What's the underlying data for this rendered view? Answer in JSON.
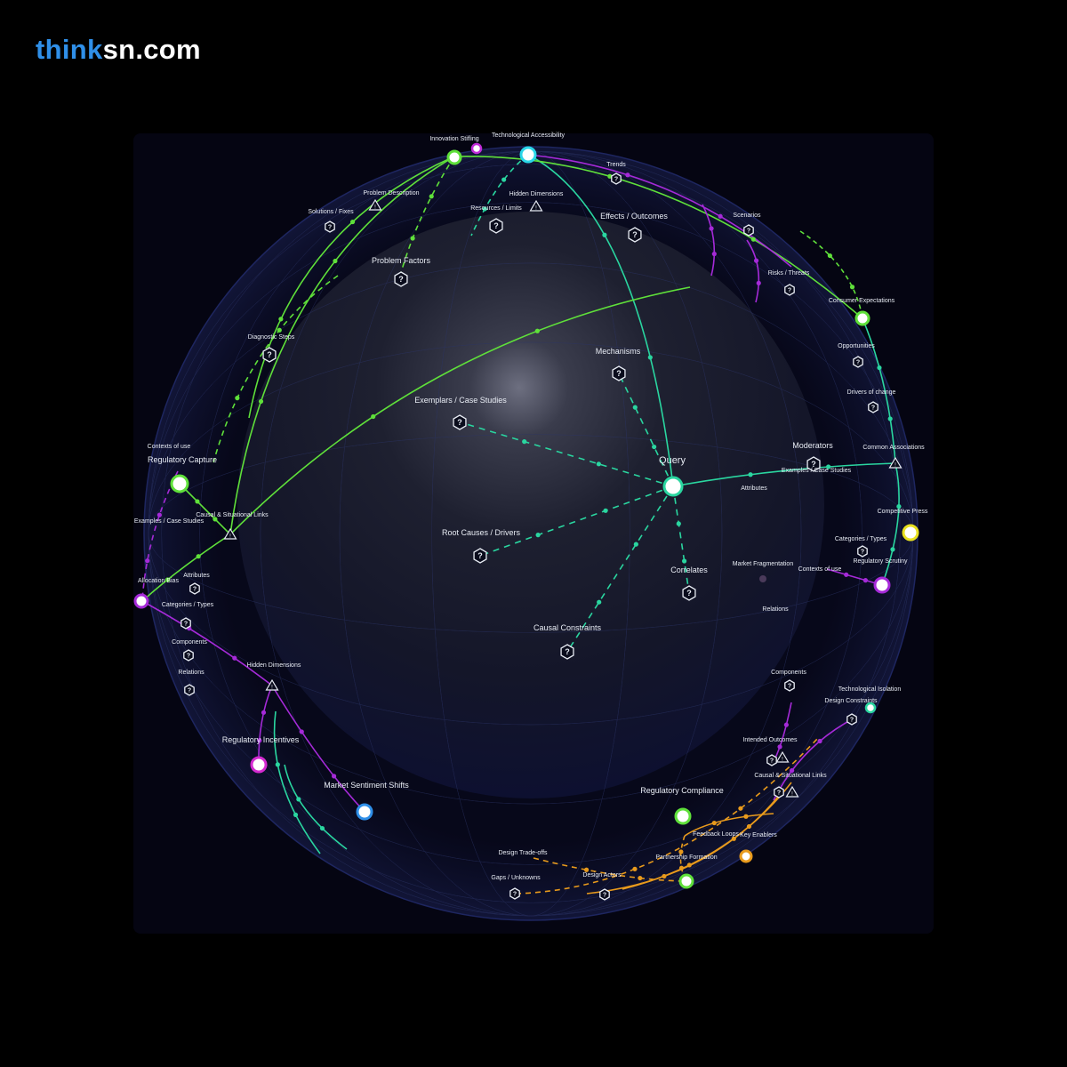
{
  "brand": {
    "part1": "think",
    "part2": "sn.com"
  },
  "colors": {
    "green": "#5fe03a",
    "teal": "#2ad6a0",
    "purple": "#a52ad8",
    "orange": "#e89a1c",
    "brand_blue": "#2f8fe8"
  },
  "central": {
    "label": "Query",
    "color": "#2ad6a0"
  },
  "inner_nodes": [
    {
      "id": "mechanisms",
      "label": "Mechanisms",
      "icon": "question-hex-icon"
    },
    {
      "id": "exemplars",
      "label": "Exemplars / Case Studies",
      "icon": "question-hex-icon"
    },
    {
      "id": "root",
      "label": "Root Causes / Drivers",
      "icon": "question-hex-icon"
    },
    {
      "id": "correlates",
      "label": "Correlates",
      "icon": "question-hex-icon"
    },
    {
      "id": "constraints",
      "label": "Causal Constraints",
      "icon": "question-hex-icon"
    },
    {
      "id": "moderators",
      "label": "Moderators",
      "icon": "question-hex-icon"
    },
    {
      "id": "effects",
      "label": "Effects / Outcomes",
      "icon": "question-hex-icon"
    },
    {
      "id": "problem_factors",
      "label": "Problem Factors",
      "icon": "question-hex-icon"
    },
    {
      "id": "diagnostic",
      "label": "Diagnostic Steps",
      "icon": "question-hex-icon"
    },
    {
      "id": "resources",
      "label": "Resources / Limits",
      "icon": "question-hex-icon"
    }
  ],
  "topic_nodes": [
    {
      "id": "innovation",
      "label": "Innovation Stifling",
      "color": "#5fe03a"
    },
    {
      "id": "tech_access",
      "label": "Technological Accessibility",
      "color": "#c02ad8"
    },
    {
      "id": "reg_capture",
      "label": "Regulatory Capture",
      "color": "#5fe03a"
    },
    {
      "id": "alloc_bias",
      "label": "Allocation Bias",
      "color": "#a52ad8"
    },
    {
      "id": "reg_incentives",
      "label": "Regulatory Incentives",
      "color": "#d42ad0"
    },
    {
      "id": "market_sentiment",
      "label": "Market Sentiment Shifts",
      "color": "#2f8fe8"
    },
    {
      "id": "consumer_exp",
      "label": "Consumer Expectations",
      "color": "#5fe03a"
    },
    {
      "id": "competitive",
      "label": "Competitive Press",
      "color": "#e8e020"
    },
    {
      "id": "reg_scrutiny",
      "label": "Regulatory Scrutiny",
      "color": "#a52ad8"
    },
    {
      "id": "tech_isolation",
      "label": "Technological Isolation",
      "color": "#2ad6a0"
    },
    {
      "id": "reg_compliance",
      "label": "Regulatory Compliance",
      "color": "#5fe03a"
    },
    {
      "id": "partnership",
      "label": "Partnership Formation",
      "color": "#5fe03a"
    },
    {
      "id": "orange_node",
      "label": "",
      "color": "#e89a1c"
    }
  ],
  "small_labels": [
    "Trends",
    "Scenarios",
    "Risks / Threats",
    "Opportunities",
    "Drivers of change",
    "Common Associations",
    "Examples / Case Studies",
    "Attributes",
    "Categories / Types",
    "Contexts of use",
    "Market Fragmentation",
    "Relations",
    "Components",
    "Design Constraints",
    "Intended Outcomes",
    "Causal & Situational Links",
    "Feedback Loops",
    "Key Enablers",
    "Design Trade-offs",
    "Gaps / Unknowns",
    "Design Actors",
    "Hidden Dimensions",
    "Problem Description",
    "Solutions / Fixes",
    "Contexts of use",
    "Examples / Case Studies",
    "Attributes",
    "Categories / Types",
    "Components",
    "Relations",
    "Hidden Dimensions",
    "Causal & Situational Links"
  ]
}
